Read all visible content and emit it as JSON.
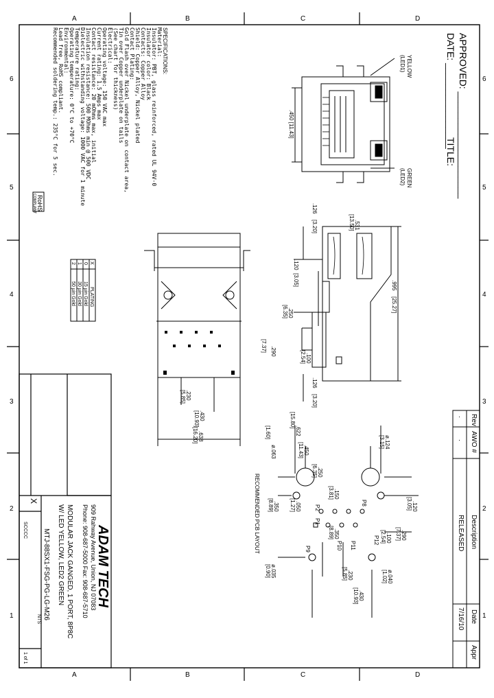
{
  "zones": {
    "top": [
      "A",
      "B",
      "C",
      "D"
    ],
    "side_left": [
      "6",
      "5",
      "4",
      "3",
      "2",
      "1"
    ],
    "side_right": [
      "6",
      "5",
      "4",
      "3",
      "2",
      "1"
    ],
    "bottom": [
      "A",
      "B",
      "C",
      "D"
    ]
  },
  "approval": {
    "approved": "APPROVED:",
    "date": "DATE:",
    "title": "TITLE:"
  },
  "revision": {
    "headers": [
      "Rev",
      "AWO #",
      "Description",
      "Date",
      "Appr"
    ],
    "row": [
      ".",
      ".",
      "RELEASED",
      "7/16/10",
      ""
    ]
  },
  "specifications": {
    "heading": "SPECIFICATIONS:",
    "lines": [
      "Material:",
      "Insulator: PBT, glass reinforced, rated UL 94V-0",
      "Insulator color: Black",
      "Contacts: Copper Alloy",
      "Shield: Copper Alloy, Nickel plated",
      "Contact Plating:",
      "Gold Flash over Nickel underplate on contact area,",
      "Tin over Copper underplate on tails",
      "(See chart for thickness)",
      "Electrical:",
      "Operating voltage: 150 VAC max",
      "Current rating: 1.5 Amps max",
      "Contact resistance: 20 mOhms max, initial",
      "Insulation resistance: 500 MOhms min @ 500 VDC",
      "Dielectric withstanding voltage: 1000 VAC for 1 minute",
      "Temperature rating:",
      "Operating temperature: 0°C to +70°C",
      "Environmental:",
      "Lead free, RoHS compliant.",
      "Recommended soldering temp.: 235°C for 5 sec."
    ],
    "rohs": "RoHS",
    "rohs_sub": "COMPLIANT"
  },
  "plating_table": {
    "headers": [
      "X",
      "PLATING"
    ],
    "rows": [
      [
        "0",
        "15 µin Gold"
      ],
      [
        "1",
        "30 µin Gold"
      ],
      [
        "2",
        "50 µin Gold"
      ]
    ]
  },
  "led_labels": {
    "yellow": "YELLOW",
    "led1": "(LED1)",
    "green": "GREEN",
    "led2": "(LED2)"
  },
  "dimensions": {
    "d450": ".450 [11.43]",
    "d531": ".531",
    "d1350": "[13.50]",
    "d126a": ".126",
    "d320a": "[3.20]",
    "d995": ".995",
    "d2527": "[25.27]",
    "d120": ".120",
    "d305": "[3.05]",
    "d250": ".250",
    "d635": "[6.35]",
    "d100": ".100",
    "d254": "[2.54]",
    "d290": ".290",
    "d737": "[7.37]",
    "d126b": ".126",
    "d320b": "[3.20]",
    "d230": ".230",
    "d585": "[5.85]",
    "d430": ".430",
    "d1093": "[10.93]",
    "d638": ".638",
    "d1620": "[16.20]",
    "pcb_063": "ø.063",
    "pcb_160": "[1.60]",
    "pcb_622": ".622",
    "pcb_1580": "[15.80]",
    "pcb_450": ".450",
    "pcb_1143": "[11.43]",
    "pcb_124": "ø.124",
    "pcb_315": "[3.15]",
    "pcb_250": ".250",
    "pcb_635": "[6.35]",
    "pcb_150": ".150",
    "pcb_381": "[3.81]",
    "pcb_120": ".120",
    "pcb_305": "[3.05]",
    "pcb_050": ".050",
    "pcb_127": "[1.27]",
    "pcb_350": ".350",
    "pcb_889": "[8.89]",
    "pcb_350b": ".350",
    "pcb_889b": "[8.89]",
    "pcb_100": ".100",
    "pcb_254": "[2.54]",
    "pcb_290": ".290",
    "pcb_737": "[7.37]",
    "pcb_040": "ø.040",
    "pcb_102": "[1.02]",
    "pcb_230": ".230",
    "pcb_585": "[5.85]",
    "pcb_430": ".430",
    "pcb_1093": "[10.93]",
    "pcb_035": "ø.035",
    "pcb_090": "[0.90]",
    "pin_p8": "P8",
    "pin_p1": "P1",
    "pin_p2": "P2",
    "pin_p9": "P9",
    "pin_p10": "P10",
    "pin_p11": "P11",
    "pin_p12": "P12"
  },
  "pcb_layout_label": "RECOMMENDED PCB LAYOUT",
  "title_block": {
    "company": "ADAM TECH",
    "address": "909 Rahway Avenue, Union, NJ 07083",
    "phone": "Phone: 908-687-5000  Fax: 908-687-5710",
    "desc1": "MODULAR JACK GANGED, 1 PORT, 8P8C",
    "desc2": "W/ LED YELLOW, LED2 GREEN",
    "part_no": "MTJ-88SX1-FSG-PG-LG-M26",
    "plating_var": "X",
    "scale": "NTS",
    "sheet": "1 of 1",
    "dwg_code": "SCCCC"
  }
}
